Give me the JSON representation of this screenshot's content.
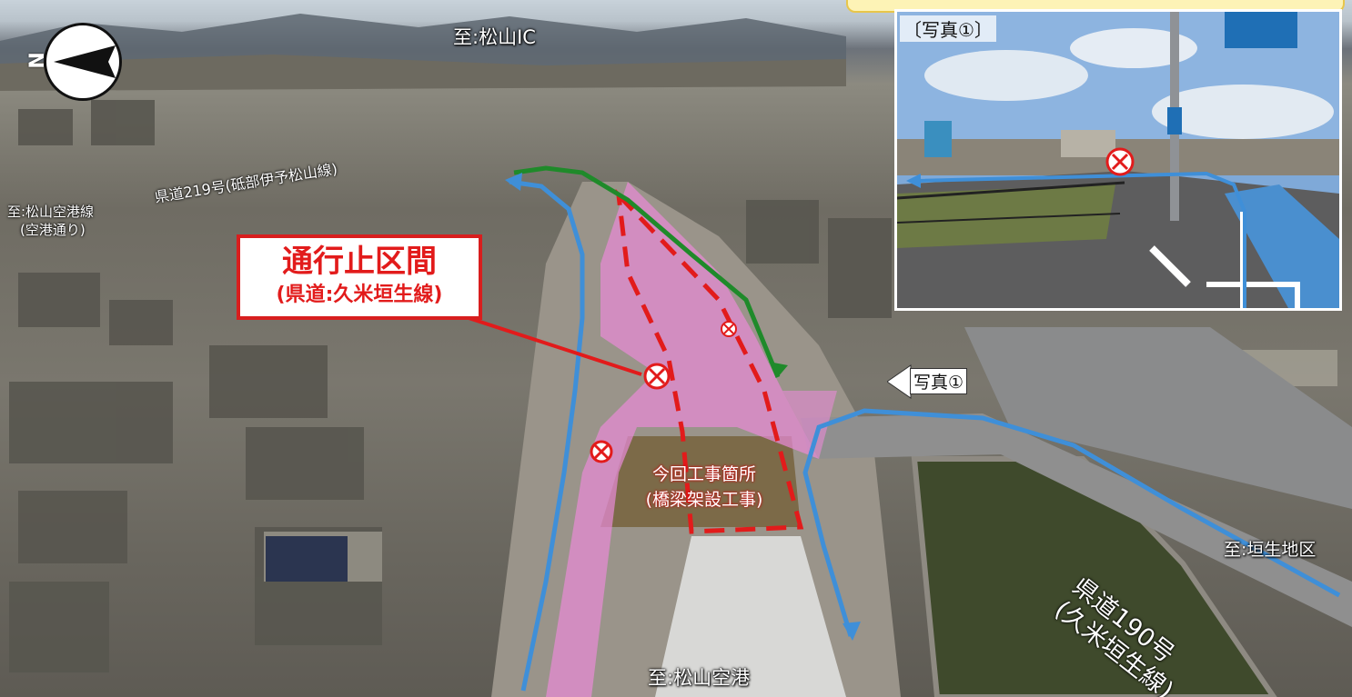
{
  "destinations": {
    "north": "至:松山IC",
    "south": "至:松山空港",
    "west_line1": "至:松山空港線",
    "west_line2": "(空港通り)",
    "east": "至:垣生地区"
  },
  "roads": {
    "route219": "県道219号(砥部伊予松山線)",
    "route190_line1": "県道190号",
    "route190_line2": "(久米垣生線)"
  },
  "closure": {
    "title": "通行止区間",
    "subtitle": "(県道:久米垣生線)"
  },
  "work_site": {
    "line1": "今回工事箇所",
    "line2": "(橋梁架設工事)"
  },
  "photo": {
    "inset_label": "〔写真①〕",
    "marker_label": "写真①"
  },
  "compass": {
    "letter": "N"
  },
  "colors": {
    "closure_red": "#e21b1b",
    "detour_blue": "#3f8fd8",
    "detour_green": "#1f8a2a",
    "closed_pink": "#e88ad6",
    "banner_yellow": "#fdf3b6"
  },
  "icons": {
    "no_entry": "no-entry-icon",
    "compass": "compass-icon",
    "photo_arrow": "arrow-left-icon"
  }
}
